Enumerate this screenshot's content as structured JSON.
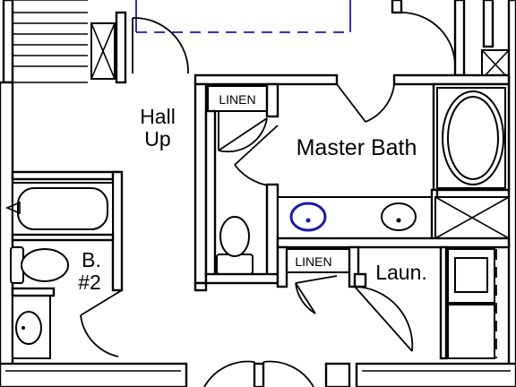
{
  "rooms": {
    "hall": {
      "line1": "Hall",
      "line2": "Up"
    },
    "master_bath": "Master Bath",
    "bath2": {
      "line1": "B.",
      "line2": "#2"
    },
    "laundry": "Laun."
  },
  "closets": {
    "linen_upper": "LINEN",
    "linen_lower": "LINEN"
  },
  "colors": {
    "walls": "#000000",
    "background": "#ffffff",
    "highlight": "#1a1aaa"
  }
}
